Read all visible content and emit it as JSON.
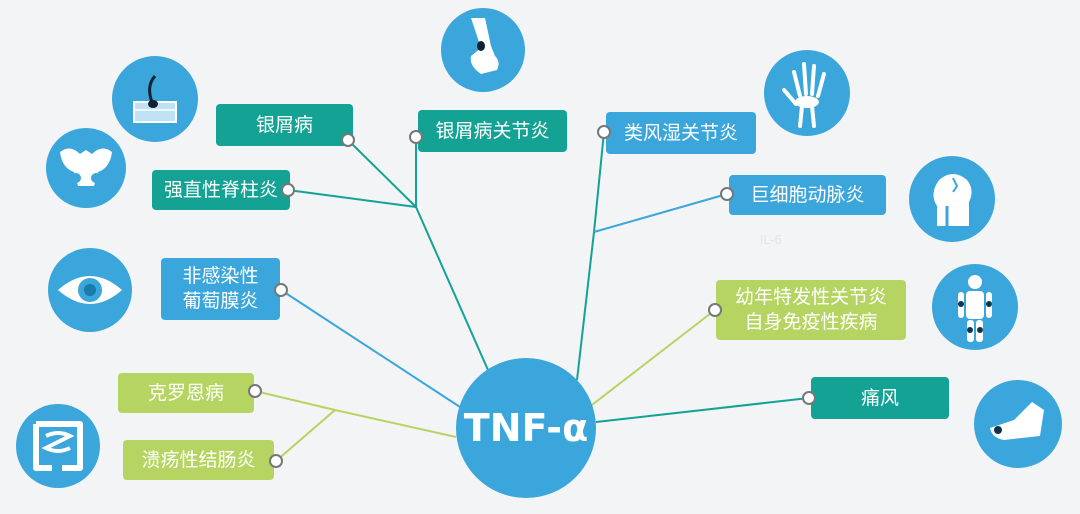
{
  "center": {
    "label": "TNF-α"
  },
  "faint_text": "IL-6",
  "nodes": [
    {
      "id": "psoriasis",
      "label": "银屑病"
    },
    {
      "id": "psoriatic-arthritis",
      "label": "银屑病关节炎"
    },
    {
      "id": "ankylosing-spondylitis",
      "label": "强直性脊柱炎"
    },
    {
      "id": "uveitis",
      "label_lines": [
        "非感染性",
        "葡萄膜炎"
      ]
    },
    {
      "id": "crohns",
      "label": "克罗恩病"
    },
    {
      "id": "ulcerative-colitis",
      "label": "溃疡性结肠炎"
    },
    {
      "id": "rheumatoid-arthritis",
      "label": "类风湿关节炎"
    },
    {
      "id": "giant-cell-arteritis",
      "label": "巨细胞动脉炎"
    },
    {
      "id": "jia",
      "label_lines": [
        "幼年特发性关节炎",
        "自身免疫性疾病"
      ]
    },
    {
      "id": "gout",
      "label": "痛风"
    }
  ],
  "colors": {
    "teal": "#13a294",
    "blue": "#3aa6db",
    "green": "#b5d461",
    "hub": "#3aa6db"
  },
  "icons": [
    "skin-icon",
    "hand-icon",
    "pelvis-icon",
    "eye-icon",
    "intestine-icon",
    "wrist-bones-icon",
    "head-artery-icon",
    "body-joints-icon",
    "foot-icon"
  ]
}
